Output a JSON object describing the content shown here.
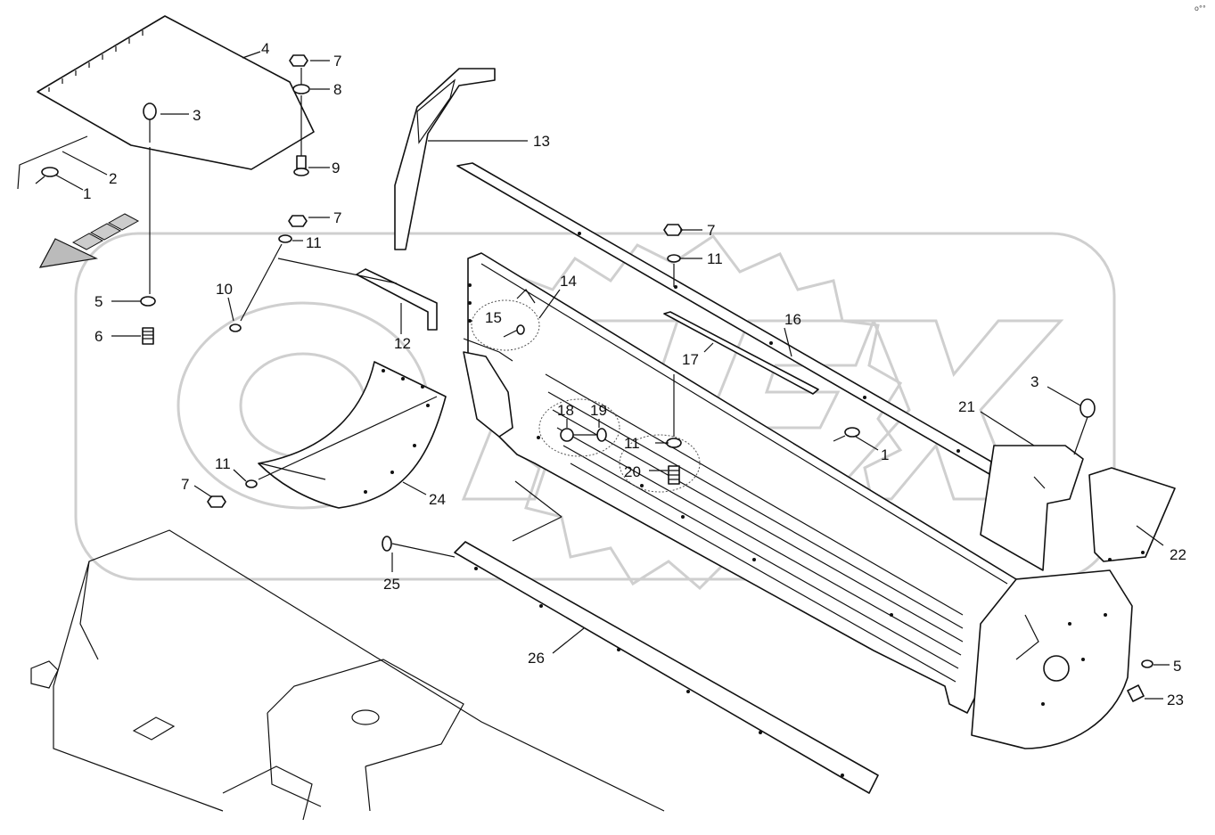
{
  "corner_mark": "o°°",
  "callouts": {
    "c1a": "1",
    "c2": "2",
    "c3a": "3",
    "c4": "4",
    "c5a": "5",
    "c6": "6",
    "c7a": "7",
    "c8": "8",
    "c9": "9",
    "c7b": "7",
    "c11a": "11",
    "c10": "10",
    "c12": "12",
    "c13": "13",
    "c7c": "7",
    "c11b": "11",
    "c14": "14",
    "c15": "15",
    "c16": "16",
    "c17": "17",
    "c18": "18",
    "c19": "19",
    "c11c": "11",
    "c20": "20",
    "c1b": "1",
    "c3b": "3",
    "c21": "21",
    "c22": "22",
    "c11d": "11",
    "c7d": "7",
    "c24": "24",
    "c25": "25",
    "c26": "26",
    "c5b": "5",
    "c23": "23"
  },
  "watermark": "OREX"
}
